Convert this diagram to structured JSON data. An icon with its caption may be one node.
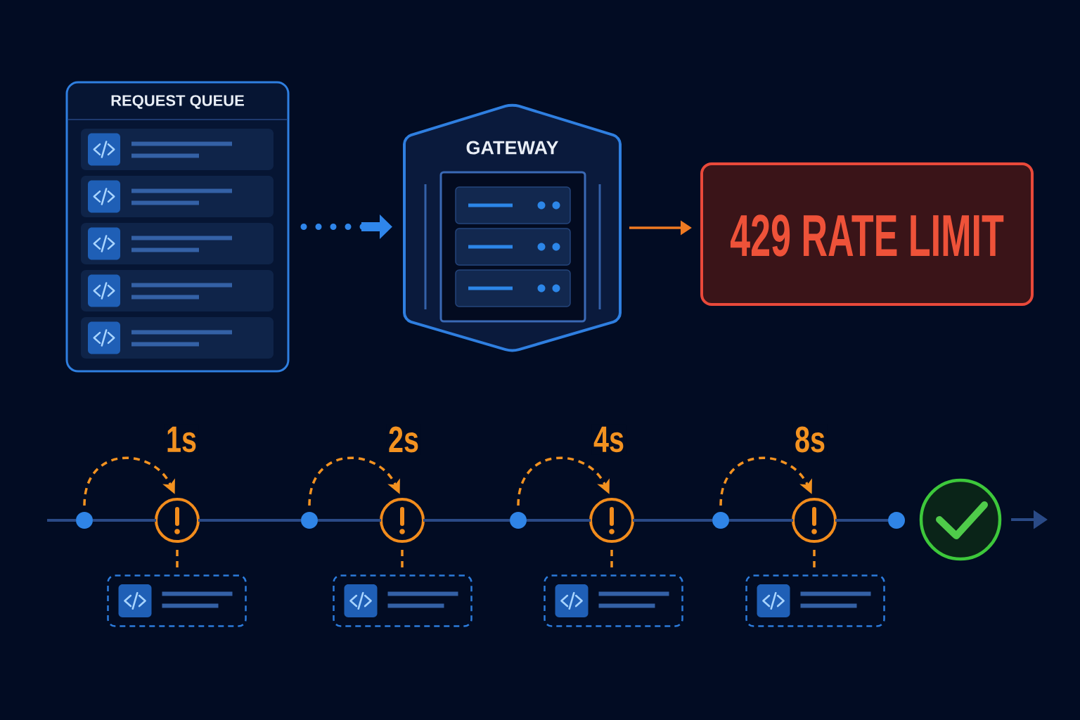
{
  "diagram": {
    "nodes": [
      {
        "text": [
          "REQUEST QUEUE"
        ]
      },
      {
        "text": [],
        "shape": "box",
        "in": 0
      },
      {
        "text": [],
        "shape": "box",
        "in": 0
      },
      {
        "text": [],
        "shape": "box",
        "in": 0
      },
      {
        "text": [],
        "shape": "box",
        "in": 0
      },
      {
        "text": [],
        "shape": "box",
        "in": 0
      },
      {
        "text": [
          "GATEWAY"
        ]
      },
      {
        "text": [
          "429 RATE LIMIT"
        ]
      },
      {
        "text": [],
        "shape": "circle"
      },
      {
        "text": [],
        "shape": "circle"
      },
      {
        "text": [],
        "shape": "box"
      },
      {
        "text": [],
        "shape": "circle"
      },
      {
        "text": [],
        "shape": "circle"
      },
      {
        "text": [],
        "shape": "box"
      },
      {
        "text": [],
        "shape": "circle"
      },
      {
        "text": [],
        "shape": "circle"
      },
      {
        "text": [],
        "shape": "box"
      },
      {
        "text": [],
        "shape": "circle"
      },
      {
        "text": [],
        "shape": "circle"
      },
      {
        "text": [],
        "shape": "box"
      },
      {
        "text": [],
        "shape": "circle"
      },
      {
        "text": [],
        "shape": "circle"
      }
    ],
    "edges": [
      {
        "from": 0,
        "to": 6,
        "arrow": "to",
        "style": "dashed",
        "color": "#2f86eb"
      },
      {
        "from": 6,
        "to": 7,
        "arrow": "to",
        "color": "#f07a22"
      },
      {
        "from": null,
        "to": 8,
        "arrow": "none"
      },
      {
        "from": 8,
        "to": 9,
        "arrow": "none"
      },
      {
        "from": 9,
        "to": 11,
        "arrow": "none"
      },
      {
        "from": 11,
        "to": 12,
        "arrow": "none"
      },
      {
        "from": 12,
        "to": 14,
        "arrow": "none"
      },
      {
        "from": 14,
        "to": 15,
        "arrow": "none"
      },
      {
        "from": 15,
        "to": 17,
        "arrow": "none"
      },
      {
        "from": 17,
        "to": 18,
        "arrow": "none"
      },
      {
        "from": 18,
        "to": 20,
        "arrow": "none"
      },
      {
        "from": 21,
        "to": null,
        "arrow": "to"
      },
      {
        "from": 8,
        "to": 9,
        "arrow": "to",
        "label": "1s",
        "style": "dashed",
        "color": "#f39220"
      },
      {
        "from": 11,
        "to": 12,
        "arrow": "to",
        "label": "2s",
        "style": "dashed",
        "color": "#f39220"
      },
      {
        "from": 14,
        "to": 15,
        "arrow": "to",
        "label": "4s",
        "style": "dashed",
        "color": "#f39220"
      },
      {
        "from": 17,
        "to": 18,
        "arrow": "to",
        "label": "8s",
        "style": "dashed",
        "color": "#f39220"
      },
      {
        "from": 9,
        "to": 10,
        "arrow": "none",
        "style": "dashed",
        "color": "#f39220"
      },
      {
        "from": 12,
        "to": 13,
        "arrow": "none",
        "style": "dashed",
        "color": "#f39220"
      },
      {
        "from": 15,
        "to": 16,
        "arrow": "none",
        "style": "dashed",
        "color": "#f39220"
      },
      {
        "from": 18,
        "to": 19,
        "arrow": "none",
        "style": "dashed",
        "color": "#f39220"
      }
    ]
  }
}
